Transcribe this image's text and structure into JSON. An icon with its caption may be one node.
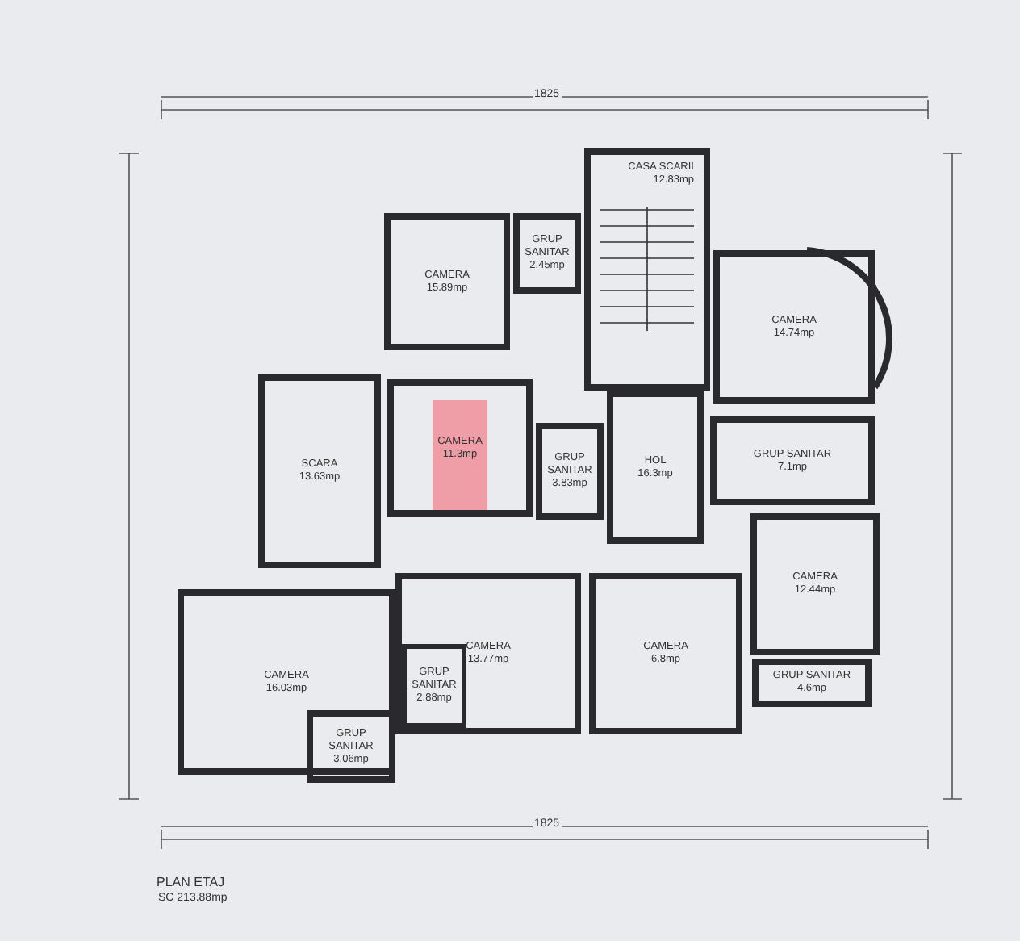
{
  "diagram": {
    "title": "PLAN ETAJ",
    "nodes": [
      {
        "text": [
          "CAMERA",
          "15.89mp"
        ]
      },
      {
        "text": [
          "GRUP SANITAR",
          "2.45mp"
        ]
      },
      {
        "text": [
          "CASA SCARII",
          "12.83mp"
        ]
      },
      {
        "text": [
          "CAMERA",
          "14.74mp"
        ]
      },
      {
        "text": [
          "SCARA",
          "13.63mp"
        ]
      },
      {
        "text": [
          "CAMERA",
          "11.3mp"
        ]
      },
      {
        "text": [
          "GRUP SANITAR",
          "3.83mp"
        ]
      },
      {
        "text": [
          "HOL",
          "16.3mp"
        ]
      },
      {
        "text": [
          "GRUP SANITAR",
          "7.1mp"
        ]
      },
      {
        "text": [
          "CAMERA",
          "12.44mp"
        ]
      },
      {
        "text": [
          "CAMERA",
          "16.03mp"
        ]
      },
      {
        "text": [
          "CAMERA",
          "13.77mp"
        ]
      },
      {
        "text": [
          "GRUP SANITAR",
          "2.88mp"
        ],
        "in": 11
      },
      {
        "text": [
          "CAMERA",
          "6.8mp"
        ]
      },
      {
        "text": [
          "GRUP SANITAR",
          "4.6mp"
        ]
      },
      {
        "text": [
          "GRUP SANITAR",
          "3.06mp"
        ]
      }
    ],
    "labels": [
      "1825",
      "1825",
      "SC 213.88mp"
    ]
  }
}
